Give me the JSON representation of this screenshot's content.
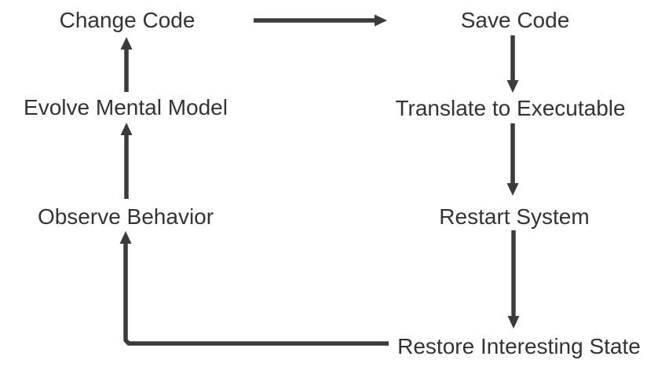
{
  "diagram": {
    "type": "flow-cycle",
    "background": "#ffffff",
    "colors": {
      "text": "#333333",
      "arrow": "#3b3b3b",
      "background": "#ffffff"
    },
    "nodes": [
      {
        "id": "change-code",
        "label": "Change Code"
      },
      {
        "id": "save-code",
        "label": "Save Code"
      },
      {
        "id": "evolve-mental-model",
        "label": "Evolve Mental Model"
      },
      {
        "id": "translate-to-executable",
        "label": "Translate to Executable"
      },
      {
        "id": "observe-behavior",
        "label": "Observe Behavior"
      },
      {
        "id": "restart-system",
        "label": "Restart System"
      },
      {
        "id": "restore-interesting-state",
        "label": "Restore Interesting State"
      }
    ],
    "edges": [
      {
        "from": "Change Code",
        "to": "Save Code"
      },
      {
        "from": "Save Code",
        "to": "Translate to Executable"
      },
      {
        "from": "Translate to Executable",
        "to": "Restart System"
      },
      {
        "from": "Restart System",
        "to": "Restore Interesting State"
      },
      {
        "from": "Restore Interesting State",
        "to": "Observe Behavior"
      },
      {
        "from": "Observe Behavior",
        "to": "Evolve Mental Model"
      },
      {
        "from": "Evolve Mental Model",
        "to": "Change Code"
      }
    ]
  }
}
